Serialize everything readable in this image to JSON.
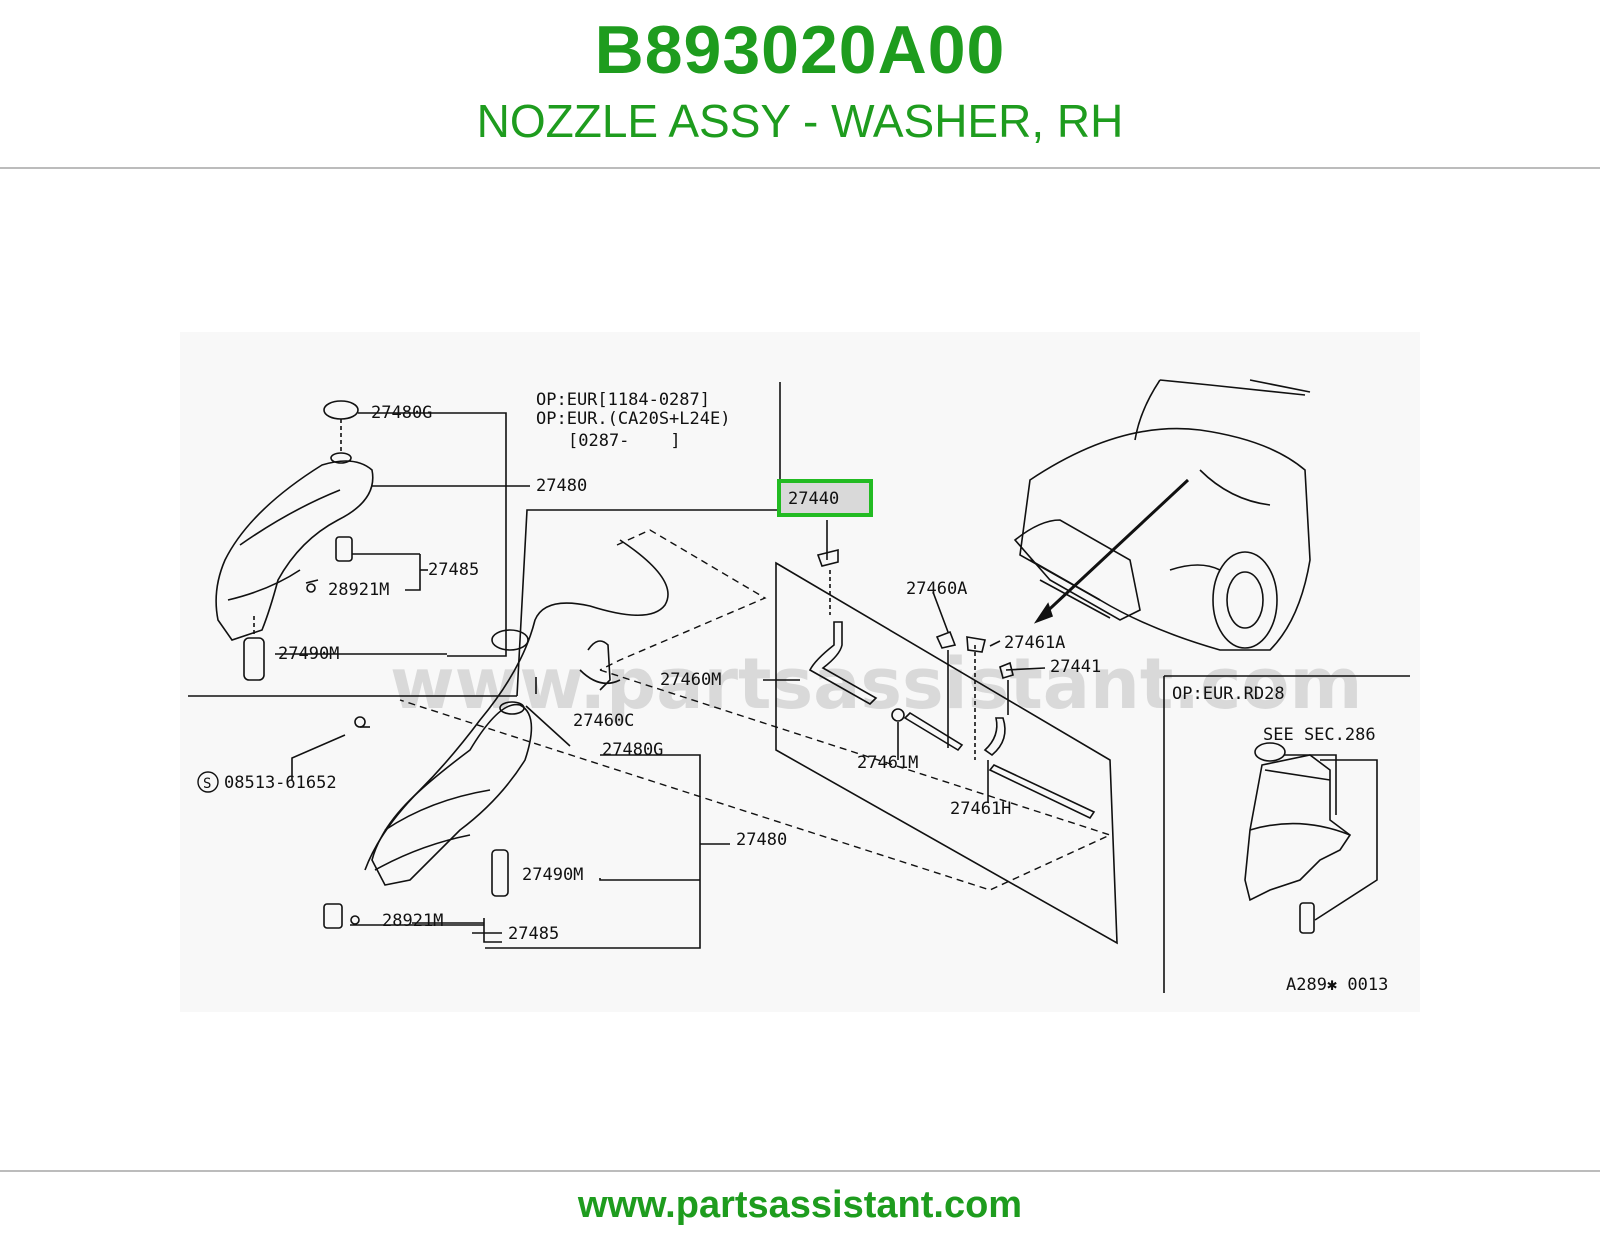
{
  "header": {
    "part_number": "B893020A00",
    "part_name": "NOZZLE ASSY - WASHER, RH"
  },
  "diagram": {
    "options_note": {
      "line1": "OP:EUR[1184-0287]",
      "line2": "OP:EUR.(CA20S+L24E)",
      "line3": "[0287-    ]"
    },
    "highlighted_part": "27440",
    "labels": {
      "p27480G_a": "27480G",
      "p27480_a": "27480",
      "p27485_a": "27485",
      "p28921M_a": "28921M",
      "p27490M_a": "27490M",
      "p27460C": "27460C",
      "p27460M": "27460M",
      "p08513": "08513-61652",
      "p27480G_b": "27480G",
      "p27480_b": "27480",
      "p27490M_b": "27490M",
      "p28921M_b": "28921M",
      "p27485_b": "27485",
      "p27460A": "27460A",
      "p27461A": "27461A",
      "p27441": "27441",
      "p27461M": "27461M",
      "p27461H": "27461H"
    },
    "inset": {
      "title": "OP:EUR.RD28",
      "see_sec": "SEE SEC.286"
    },
    "drawing_code": "A289✱ 0013",
    "watermark": "www.partsassistant.com",
    "highlight_color": "#22bb22"
  },
  "footer": {
    "link": "www.partsassistant.com"
  },
  "colors": {
    "brand_green": "#1e9c1e",
    "divider_gray": "#bcbcbc"
  }
}
